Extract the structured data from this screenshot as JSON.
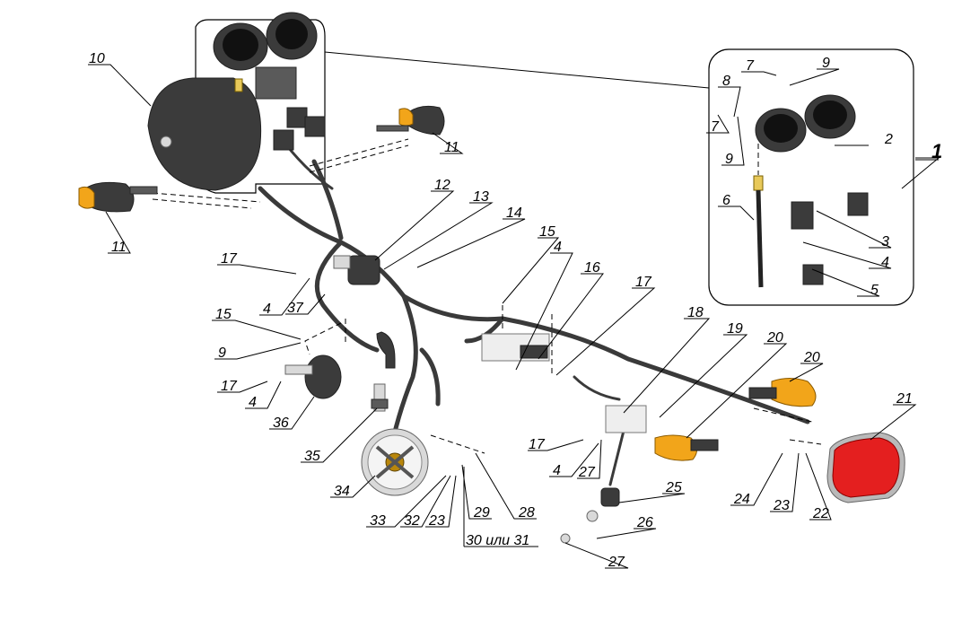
{
  "callouts": [
    {
      "id": "c1",
      "text": "1"
    },
    {
      "id": "c2",
      "text": "2"
    },
    {
      "id": "c3",
      "text": "3"
    },
    {
      "id": "c4a",
      "text": "4"
    },
    {
      "id": "c5",
      "text": "5"
    },
    {
      "id": "c6",
      "text": "6"
    },
    {
      "id": "c7a",
      "text": "7"
    },
    {
      "id": "c7b",
      "text": "7"
    },
    {
      "id": "c8",
      "text": "8"
    },
    {
      "id": "c9a",
      "text": "9"
    },
    {
      "id": "c9b",
      "text": "9"
    },
    {
      "id": "c10",
      "text": "10"
    },
    {
      "id": "c11a",
      "text": "11"
    },
    {
      "id": "c11b",
      "text": "11"
    },
    {
      "id": "c12",
      "text": "12"
    },
    {
      "id": "c13",
      "text": "13"
    },
    {
      "id": "c14",
      "text": "14"
    },
    {
      "id": "c15a",
      "text": "15"
    },
    {
      "id": "c15b",
      "text": "15"
    },
    {
      "id": "c4b",
      "text": "4"
    },
    {
      "id": "c16",
      "text": "16"
    },
    {
      "id": "c17a",
      "text": "17"
    },
    {
      "id": "c17b",
      "text": "17"
    },
    {
      "id": "c4c",
      "text": "4"
    },
    {
      "id": "c37",
      "text": "37"
    },
    {
      "id": "c9c",
      "text": "9"
    },
    {
      "id": "c17c",
      "text": "17"
    },
    {
      "id": "c4d",
      "text": "4"
    },
    {
      "id": "c36",
      "text": "36"
    },
    {
      "id": "c35",
      "text": "35"
    },
    {
      "id": "c34",
      "text": "34"
    },
    {
      "id": "c33",
      "text": "33"
    },
    {
      "id": "c32",
      "text": "32"
    },
    {
      "id": "c23a",
      "text": "23"
    },
    {
      "id": "c29",
      "text": "29"
    },
    {
      "id": "c28",
      "text": "28"
    },
    {
      "id": "c3031",
      "text": "30 или 31"
    },
    {
      "id": "c18",
      "text": "18"
    },
    {
      "id": "c19",
      "text": "19"
    },
    {
      "id": "c20a",
      "text": "20"
    },
    {
      "id": "c20b",
      "text": "20"
    },
    {
      "id": "c21",
      "text": "21"
    },
    {
      "id": "c17d",
      "text": "17"
    },
    {
      "id": "c4e",
      "text": "4"
    },
    {
      "id": "c27a",
      "text": "27"
    },
    {
      "id": "c25",
      "text": "25"
    },
    {
      "id": "c26",
      "text": "26"
    },
    {
      "id": "c27b",
      "text": "27"
    },
    {
      "id": "c24",
      "text": "24"
    },
    {
      "id": "c23b",
      "text": "23"
    },
    {
      "id": "c22",
      "text": "22"
    }
  ],
  "colors": {
    "amber": "#f2a51a",
    "red": "#e41f1f",
    "dark_part": "#3b3b3b"
  }
}
